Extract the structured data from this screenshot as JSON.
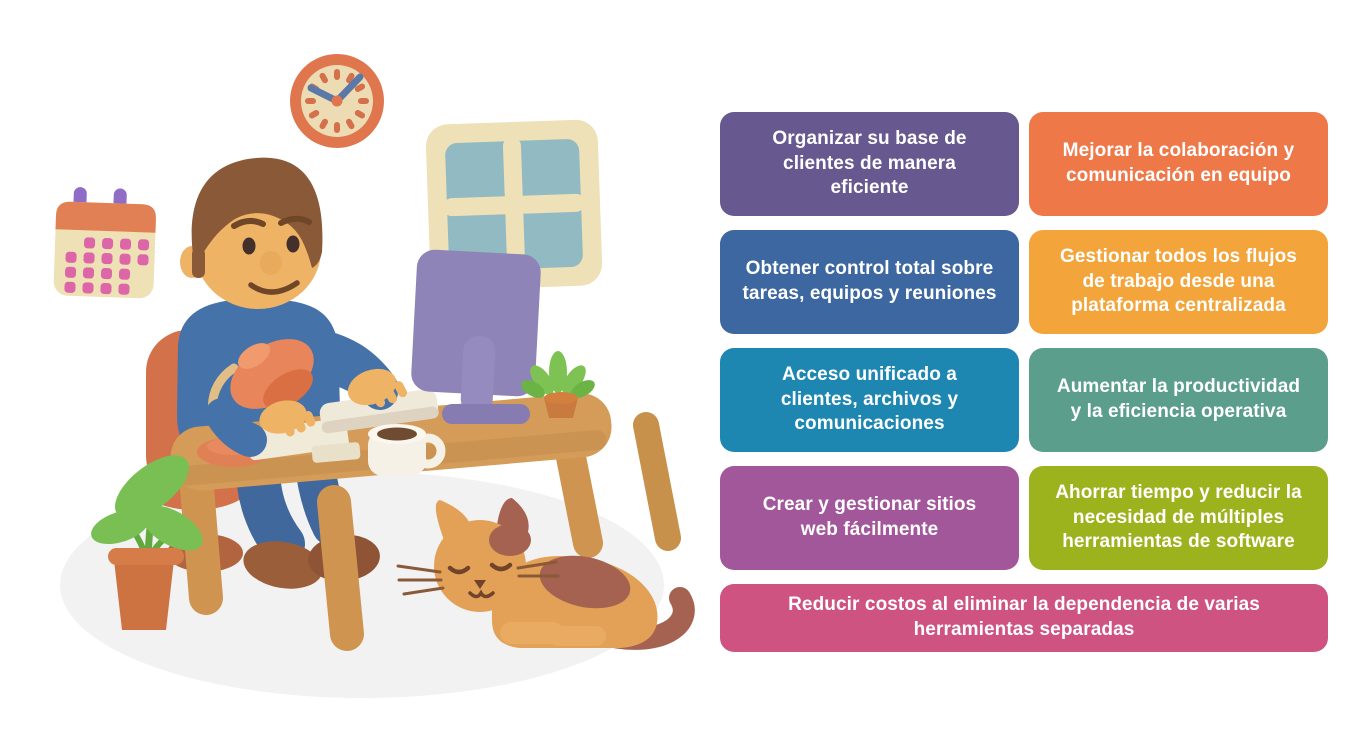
{
  "illustration": {
    "alt": "Claymation-style 3D illustration of a man in a blue sweater sitting on an orange chair at a wooden desk, typing on a keyboard in front of a purple monitor, with a desk lamp, papers and a coffee mug on the desk, a wall clock, a window and a calendar on the wall, a potted plant and a succulent, and a sleeping orange cat on the floor",
    "elements": [
      "floor-shadow",
      "wall-clock",
      "window",
      "calendar",
      "office-chair",
      "man-at-desk",
      "desk",
      "desk-lamp",
      "papers",
      "keyboard",
      "coffee-mug",
      "monitor",
      "succulent-plant",
      "potted-plant",
      "sleeping-cat"
    ],
    "palette": {
      "clock_ring": "#e0764e",
      "clock_face": "#eddcb3",
      "clock_hands": "#5b79a8",
      "window_frame": "#eee1b7",
      "window_pane": "#92bac2",
      "calendar_body": "#efe1b6",
      "calendar_header": "#e28055",
      "calendar_pins": "#8f6cc5",
      "calendar_dots": "#dd66a8",
      "skin": "#efb366",
      "hair": "#8a5a38",
      "sweater": "#4672aa",
      "jeans": "#41689d",
      "shoes": "#9a5e3b",
      "chair": "#d2714a",
      "desk": "#d49c58",
      "monitor": "#8e84b8",
      "lamp": "#e9855a",
      "mug": "#f6f1e6",
      "cat_body": "#e2a157",
      "cat_patch": "#a66250",
      "plant_leaf": "#7abf53",
      "plant_pot": "#cd7342",
      "shadow": "#f2f2f3"
    }
  },
  "benefits": {
    "text_color": "#ffffff",
    "cards": [
      {
        "text": "Organizar su base de\nclientes de manera\neficiente",
        "color": "#675890"
      },
      {
        "text": "Mejorar la colaboración y\ncomunicación en equipo",
        "color": "#ee7848"
      },
      {
        "text": "Obtener control total sobre\ntareas, equipos y reuniones",
        "color": "#3c67a0"
      },
      {
        "text": "Gestionar todos los flujos\nde trabajo desde una\nplataforma centralizada",
        "color": "#f3a43a"
      },
      {
        "text": "Acceso unificado a\nclientes, archivos y\ncomunicaciones",
        "color": "#1d87b2"
      },
      {
        "text": "Aumentar la productividad\ny la eficiencia operativa",
        "color": "#5c9e8c"
      },
      {
        "text": "Crear y gestionar sitios\nweb fácilmente",
        "color": "#a2579b"
      },
      {
        "text": "Ahorrar tiempo y reducir la\nnecesidad de múltiples\nherramientas de software",
        "color": "#9cb31e"
      },
      {
        "text": "Reducir costos al eliminar la dependencia de varias\nherramientas separadas",
        "color": "#ce5380"
      }
    ]
  }
}
